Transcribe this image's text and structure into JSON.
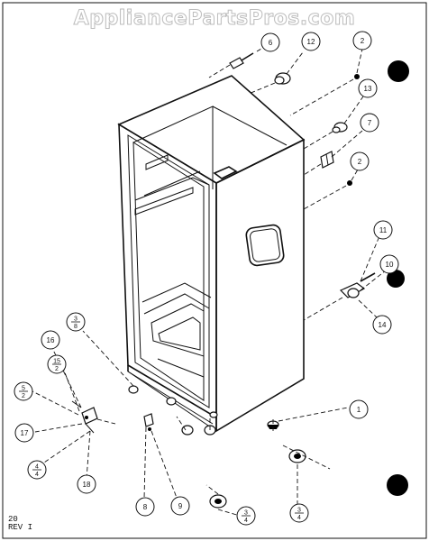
{
  "watermark": "AppliancePartsPros.com",
  "footer": {
    "line1": "20",
    "line2": "REV I"
  },
  "callouts": [
    {
      "id": "c6",
      "label": "6",
      "icon": "part-callout"
    },
    {
      "id": "c12",
      "label": "12",
      "icon": "part-callout"
    },
    {
      "id": "c2a",
      "label": "2",
      "icon": "part-callout"
    },
    {
      "id": "c13",
      "label": "13",
      "icon": "part-callout"
    },
    {
      "id": "c7",
      "label": "7",
      "icon": "part-callout"
    },
    {
      "id": "c2b",
      "label": "2",
      "icon": "part-callout"
    },
    {
      "id": "c11",
      "label": "11",
      "icon": "part-callout"
    },
    {
      "id": "c10",
      "label": "10",
      "icon": "part-callout"
    },
    {
      "id": "c14",
      "label": "14",
      "icon": "part-callout"
    },
    {
      "id": "c1",
      "label": "1",
      "icon": "part-callout"
    },
    {
      "id": "c34a",
      "label": "3/4",
      "icon": "fraction-callout"
    },
    {
      "id": "c34b",
      "label": "3/4",
      "icon": "fraction-callout"
    },
    {
      "id": "c8",
      "label": "8",
      "icon": "part-callout"
    },
    {
      "id": "c9",
      "label": "9",
      "icon": "part-callout"
    },
    {
      "id": "c18",
      "label": "18",
      "icon": "part-callout"
    },
    {
      "id": "c17",
      "label": "17",
      "icon": "part-callout"
    },
    {
      "id": "c44",
      "label": "4/4",
      "icon": "fraction-callout"
    },
    {
      "id": "c52",
      "label": "5/2",
      "icon": "fraction-callout"
    },
    {
      "id": "c152",
      "label": "15/2",
      "icon": "fraction-callout"
    },
    {
      "id": "c16",
      "label": "16",
      "icon": "part-callout"
    },
    {
      "id": "c38",
      "label": "3/8",
      "icon": "fraction-callout"
    }
  ]
}
